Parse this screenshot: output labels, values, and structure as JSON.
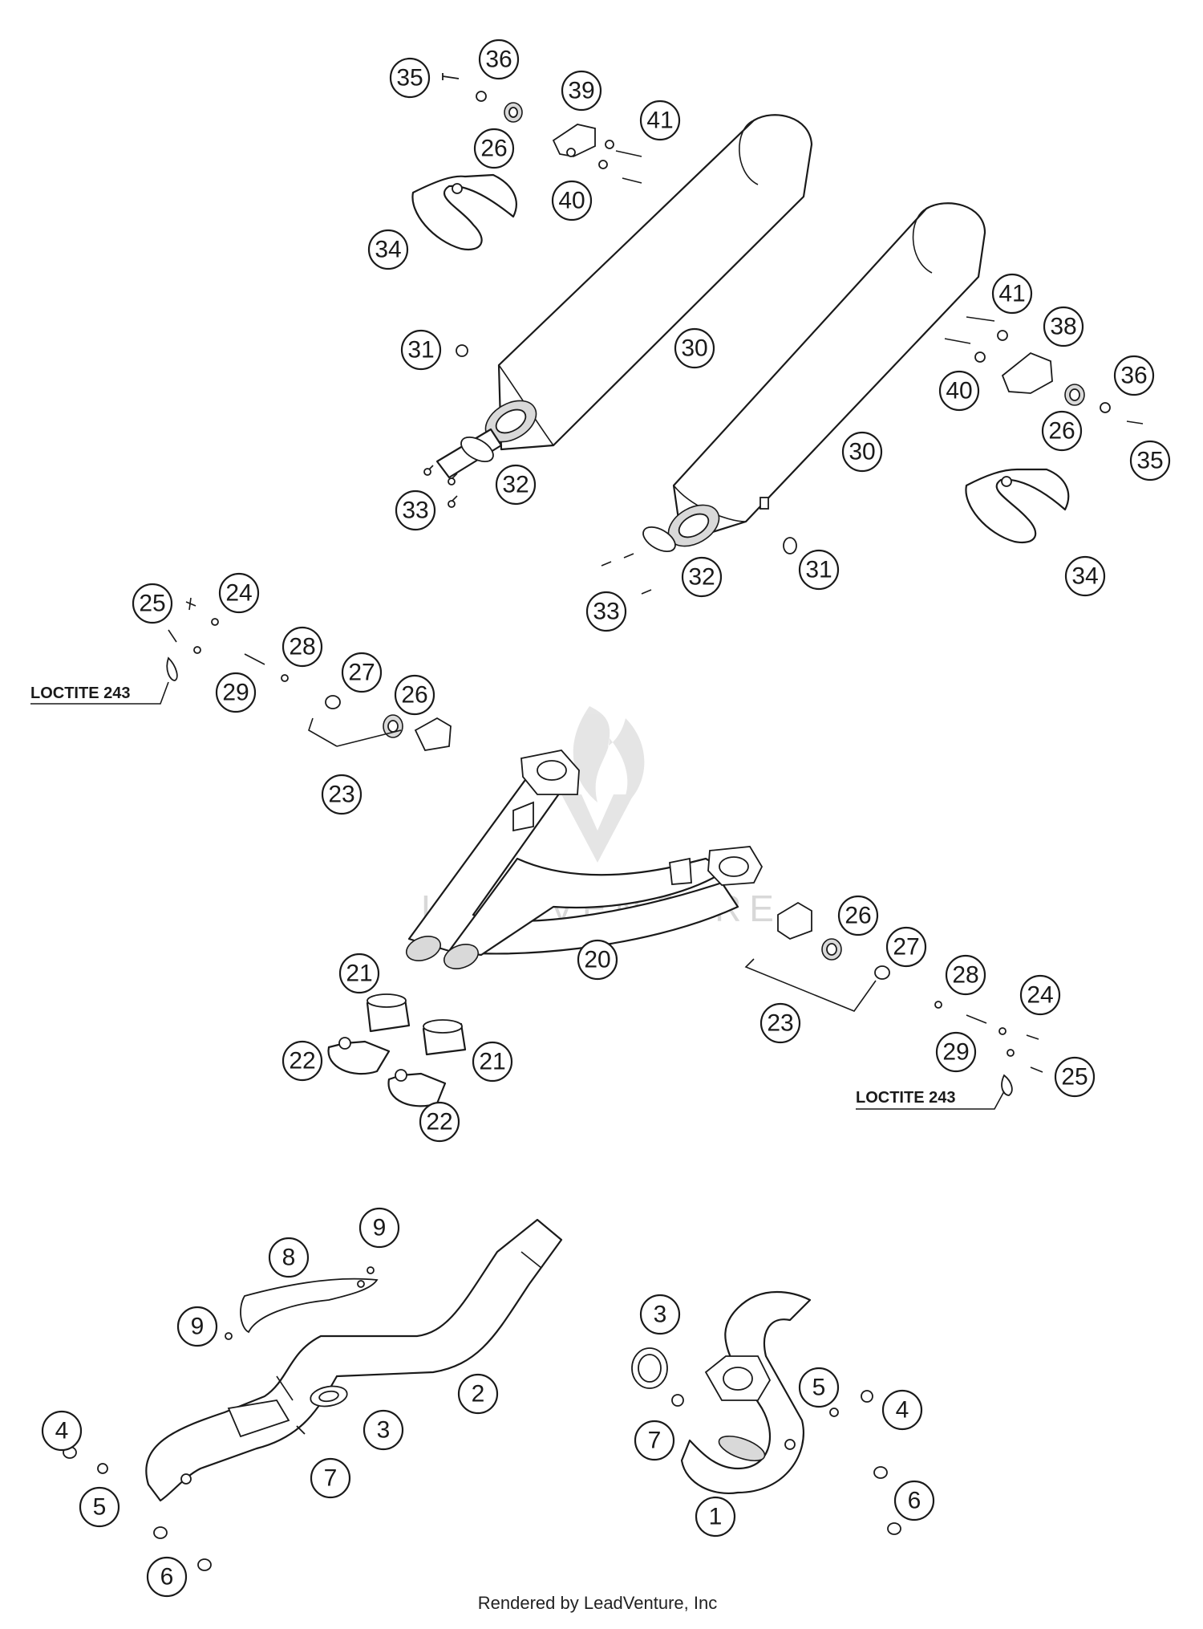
{
  "diagram": {
    "part_numbers": {
      "c1": "35",
      "c2": "36",
      "c3": "26",
      "c4": "39",
      "c5": "41",
      "c6": "40",
      "c7": "34",
      "c8": "31",
      "c9": "30",
      "c10": "32",
      "c11": "33",
      "c12": "41",
      "c13": "38",
      "c14": "40",
      "c15": "36",
      "c16": "26",
      "c17": "35",
      "c18": "30",
      "c19": "32",
      "c20": "33",
      "c21": "31",
      "c22": "34",
      "c23": "25",
      "c24": "24",
      "c25": "28",
      "c26": "29",
      "c27": "27",
      "c28": "26",
      "c29": "23",
      "c30": "20",
      "c31": "26",
      "c32": "27",
      "c33": "28",
      "c34": "24",
      "c35": "29",
      "c36": "25",
      "c37": "23",
      "c38": "21",
      "c39": "22",
      "c40": "21",
      "c41": "22",
      "c42": "9",
      "c43": "8",
      "c44": "9",
      "c45": "2",
      "c46": "3",
      "c47": "4",
      "c48": "5",
      "c49": "7",
      "c50": "6",
      "c51": "3",
      "c52": "5",
      "c53": "4",
      "c54": "7",
      "c55": "6",
      "c56": "1"
    },
    "notes": {
      "loctite_left": "LOCTITE 243",
      "loctite_right": "LOCTITE 243"
    },
    "watermark": "LEADVENTURE",
    "footer": "Rendered by LeadVenture, Inc"
  }
}
